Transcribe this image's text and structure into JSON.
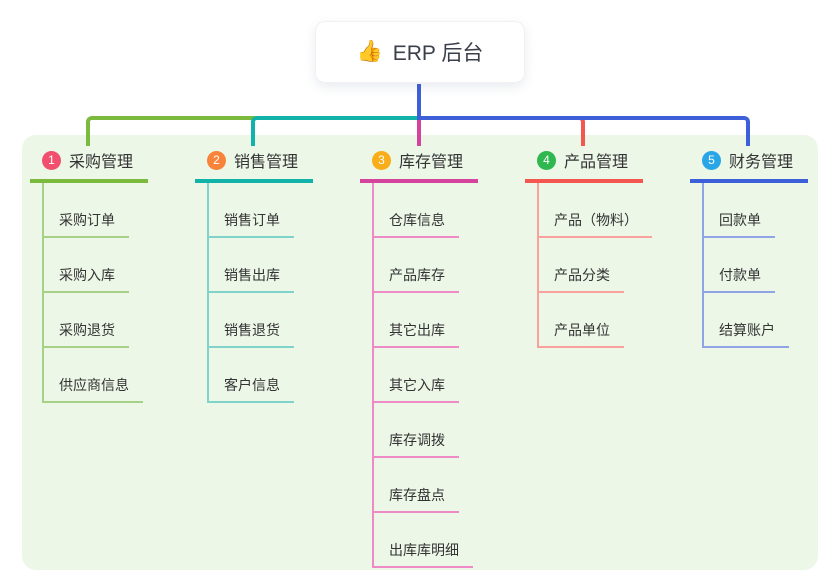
{
  "root": {
    "icon": "👍",
    "label": "ERP 后台"
  },
  "colors": {
    "canvas_bg": "#ffffff",
    "panel_bg": "#ecf7e8",
    "text": "#333333",
    "root_text": "#3a3f4a"
  },
  "branches": [
    {
      "badge": "1",
      "badge_color": "#f0506e",
      "color": "#7cba3d",
      "light_color": "#a5d287",
      "label": "采购管理",
      "items": [
        "采购订单",
        "采购入库",
        "采购退货",
        "供应商信息"
      ]
    },
    {
      "badge": "2",
      "badge_color": "#f8843b",
      "color": "#11b3a8",
      "light_color": "#7fd3cb",
      "label": "销售管理",
      "items": [
        "销售订单",
        "销售出库",
        "销售退货",
        "客户信息"
      ]
    },
    {
      "badge": "3",
      "badge_color": "#f9ad18",
      "color": "#d4439c",
      "light_color": "#ee8ac5",
      "label": "库存管理",
      "items": [
        "仓库信息",
        "产品库存",
        "其它出库",
        "其它入库",
        "库存调拨",
        "库存盘点",
        "出库库明细"
      ]
    },
    {
      "badge": "4",
      "badge_color": "#2eb84f",
      "color": "#f4574f",
      "light_color": "#f9a29d",
      "label": "产品管理",
      "items": [
        "产品（物料）",
        "产品分类",
        "产品单位"
      ]
    },
    {
      "badge": "5",
      "badge_color": "#28a6e6",
      "color": "#3d5fd8",
      "light_color": "#8ea4e6",
      "label": "财务管理",
      "items": [
        "回款单",
        "付款单",
        "结算账户"
      ]
    }
  ]
}
